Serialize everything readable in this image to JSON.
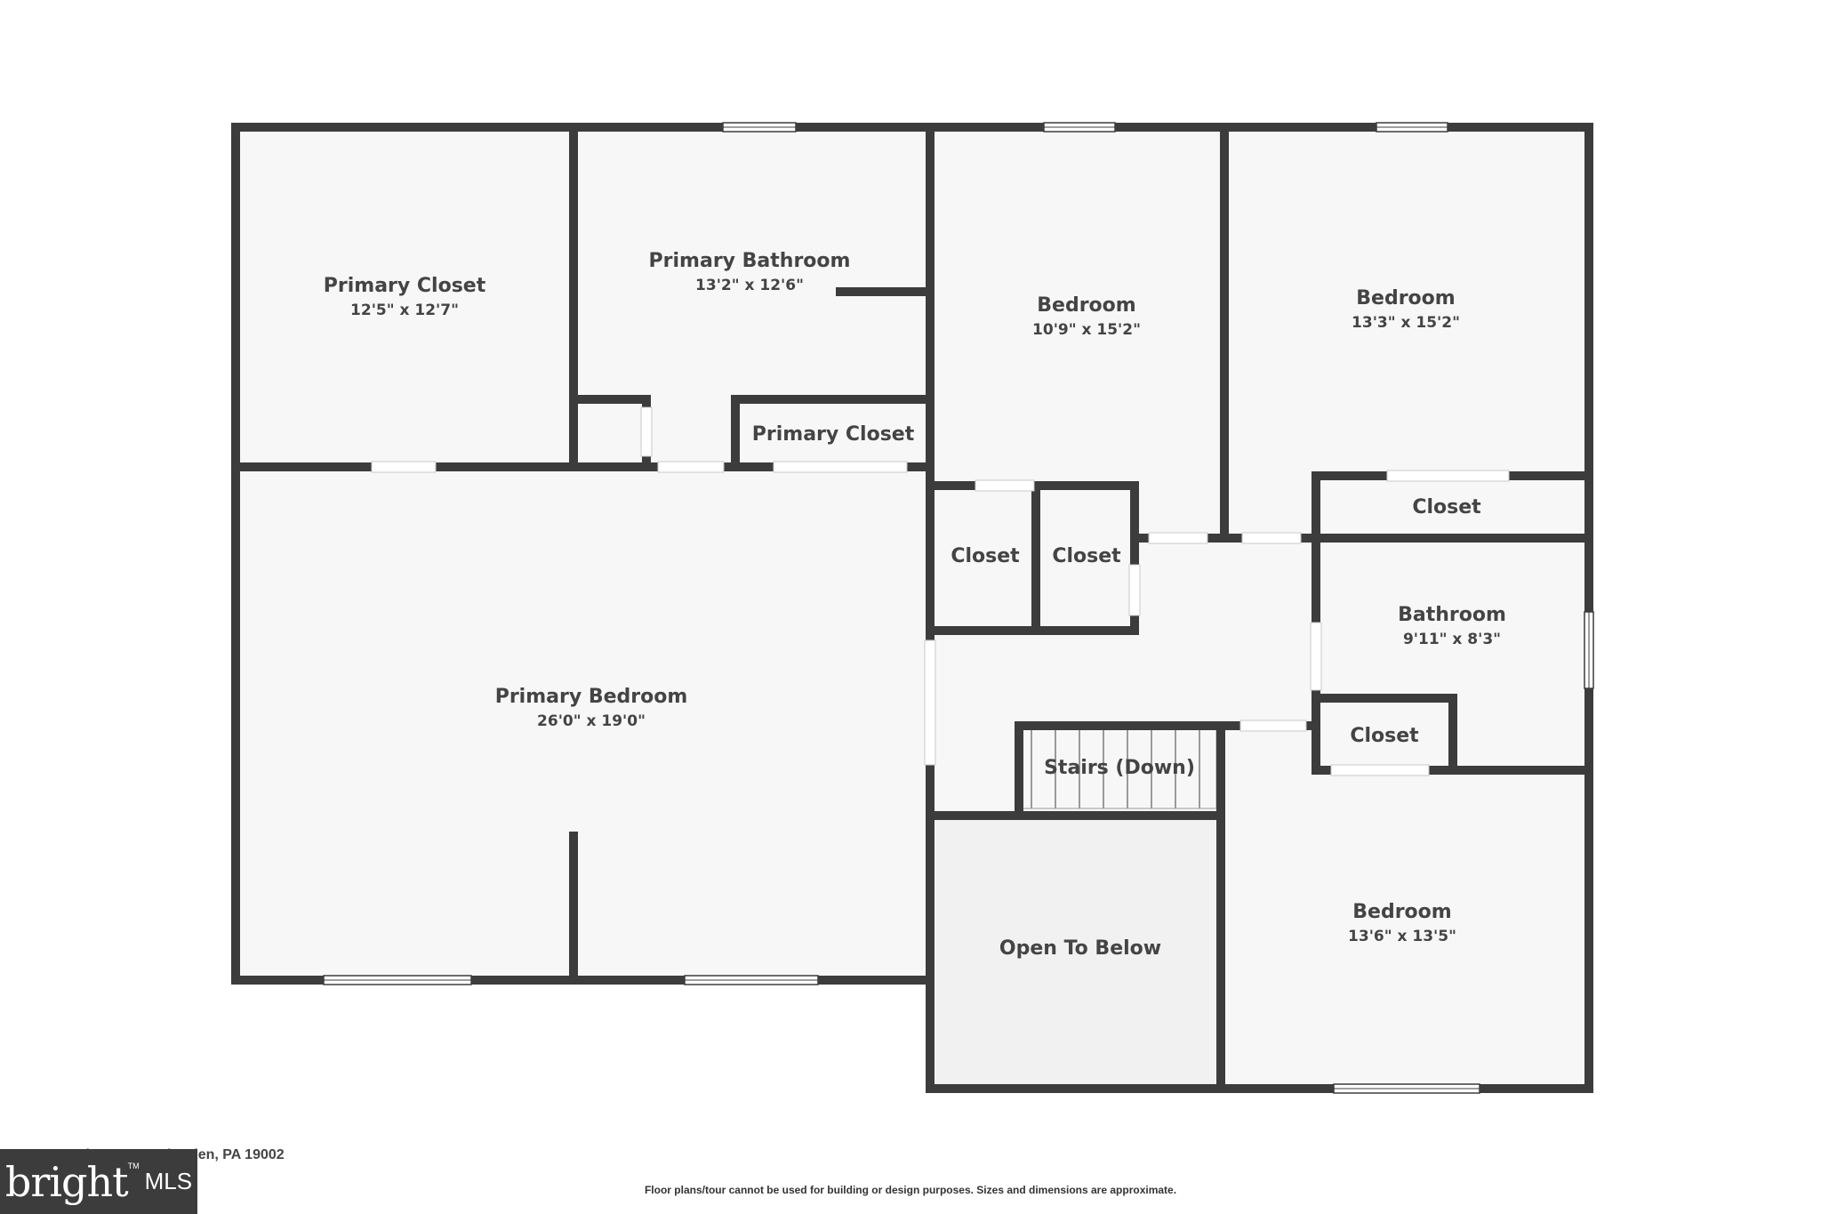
{
  "plan": {
    "rooms": {
      "primary_closet_large": {
        "name": "Primary Closet",
        "dims": "12'5\" x 12'7\""
      },
      "primary_bathroom": {
        "name": "Primary Bathroom",
        "dims": "13'2\" x 12'6\""
      },
      "bedroom_1": {
        "name": "Bedroom",
        "dims": "10'9\" x 15'2\""
      },
      "bedroom_2": {
        "name": "Bedroom",
        "dims": "13'3\" x 15'2\""
      },
      "primary_closet_small": {
        "name": "Primary Closet"
      },
      "closet_1": {
        "name": "Closet"
      },
      "closet_2": {
        "name": "Closet"
      },
      "closet_3": {
        "name": "Closet"
      },
      "bathroom": {
        "name": "Bathroom",
        "dims": "9'11\" x 8'3\""
      },
      "closet_4": {
        "name": "Closet"
      },
      "primary_bedroom": {
        "name": "Primary Bedroom",
        "dims": "26'0\" x 19'0\""
      },
      "stairs": {
        "name": "Stairs (Down)"
      },
      "open_to_below": {
        "name": "Open To Below"
      },
      "bedroom_3": {
        "name": "Bedroom",
        "dims": "13'6\" x 13'5\""
      }
    },
    "colors": {
      "wall": "#3c3c3c",
      "floor": "#f7f7f7",
      "open_area": "#f1f1f1"
    }
  },
  "footer": {
    "address": "1700 Dalton Dr, Maple Glen, PA 19002",
    "disclaimer": "Floor plans/tour cannot be used for building or design purposes. Sizes and dimensions are approximate."
  },
  "brand": {
    "word": "bright",
    "tm": "TM",
    "mls": "MLS"
  }
}
